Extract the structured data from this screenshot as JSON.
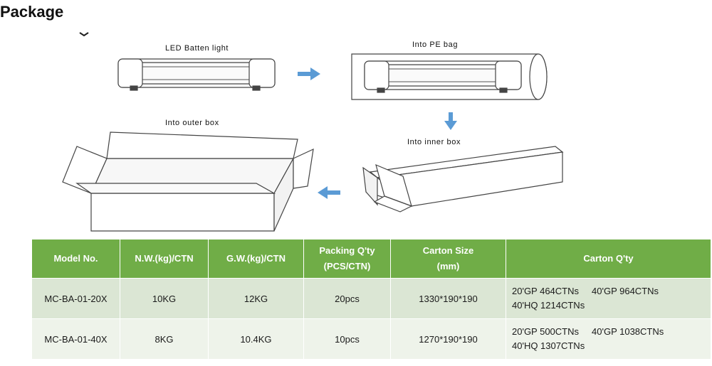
{
  "page": {
    "title": "Package"
  },
  "steps": {
    "batten_light": "LED  Batten  light",
    "pe_bag": "Into  PE  bag",
    "inner_box": "Into  inner  box",
    "outer_box": "Into  outer  box"
  },
  "colors": {
    "header_green": "#70ad47",
    "row_a": "#dbe6d4",
    "row_b": "#eef3ea",
    "arrow_blue": "#5b9bd5"
  },
  "table": {
    "headers": {
      "model": "Model No.",
      "nw": "N.W.(kg)/CTN",
      "gw": "G.W.(kg)/CTN",
      "packing_line1": "Packing Q'ty",
      "packing_line2": "(PCS/CTN)",
      "size_line1": "Carton Size",
      "size_line2": "(mm)",
      "carton_qty": "Carton Q'ty"
    },
    "rows": [
      {
        "model": "MC-BA-01-20X",
        "nw": "10KG",
        "gw": "12KG",
        "packing": "20pcs",
        "size": "1330*190*190",
        "qty_gp20": "20'GP 464CTNs",
        "qty_gp40": "40'GP 964CTNs",
        "qty_hq40": "40'HQ 1214CTNs"
      },
      {
        "model": "MC-BA-01-40X",
        "nw": "8KG",
        "gw": "10.4KG",
        "packing": "10pcs",
        "size": "1270*190*190",
        "qty_gp20": "20'GP 500CTNs",
        "qty_gp40": "40'GP 1038CTNs",
        "qty_hq40": "40'HQ 1307CTNs"
      }
    ]
  }
}
